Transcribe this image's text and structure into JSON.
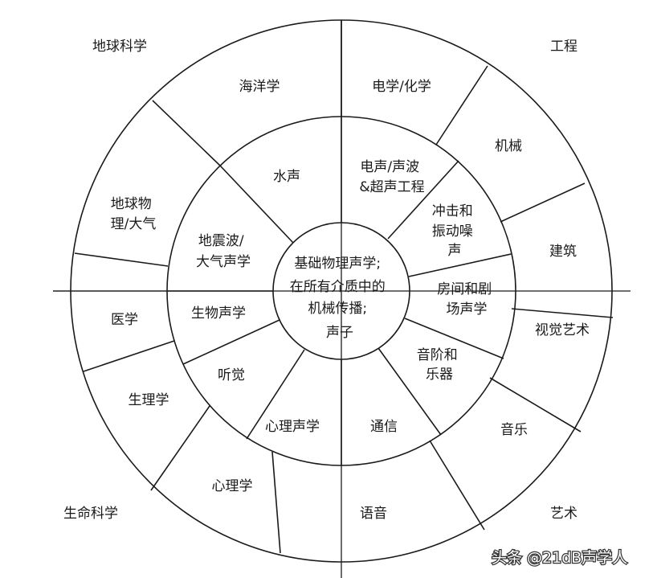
{
  "center": {
    "lines": [
      "基础物理声学;",
      "在所有介质中的",
      "机械传播;",
      "声子"
    ]
  },
  "inner_ring": [
    {
      "lines": [
        "电声/声波",
        "&超声工程"
      ]
    },
    {
      "lines": [
        "冲击和",
        "振动噪",
        "声"
      ]
    },
    {
      "lines": [
        "房间和剧",
        "场声学"
      ]
    },
    {
      "lines": [
        "音阶和",
        "乐器"
      ]
    },
    {
      "lines": [
        "通信"
      ]
    },
    {
      "lines": [
        "心理声学"
      ]
    },
    {
      "lines": [
        "听觉"
      ]
    },
    {
      "lines": [
        "生物声学"
      ]
    },
    {
      "lines": [
        "地震波/",
        "大气声学"
      ]
    },
    {
      "lines": [
        "水声"
      ]
    }
  ],
  "outer_ring": [
    {
      "lines": [
        "电学/化学"
      ]
    },
    {
      "lines": [
        "机械"
      ]
    },
    {
      "lines": [
        "建筑"
      ]
    },
    {
      "lines": [
        "视觉艺术"
      ]
    },
    {
      "lines": [
        "音乐"
      ]
    },
    {
      "lines": [
        "语音"
      ]
    },
    {
      "lines": [
        "心理学"
      ]
    },
    {
      "lines": [
        "生理学"
      ]
    },
    {
      "lines": [
        "医学"
      ]
    },
    {
      "lines": [
        "地球物",
        "理/大气"
      ]
    },
    {
      "lines": [
        "海洋学"
      ]
    }
  ],
  "quadrants": {
    "top_left": "地球科学",
    "top_right": "工程",
    "bottom_left": "生命科学",
    "bottom_right": "艺术"
  },
  "watermark": "头条 @21dB声学人",
  "colors": {
    "line": "#1a1a1a",
    "text": "#1a1a1a",
    "background": "#ffffff"
  }
}
